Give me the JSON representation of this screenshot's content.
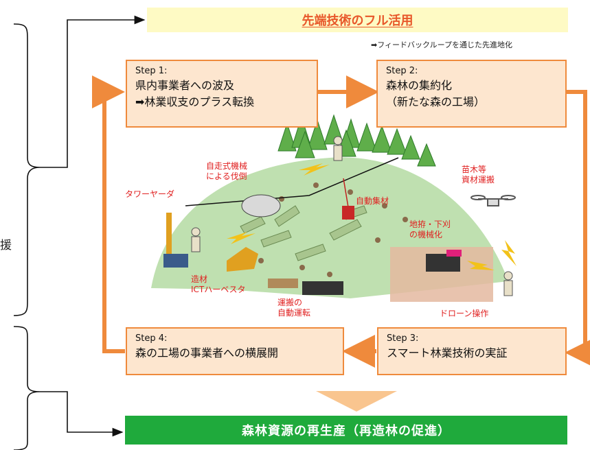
{
  "top_banner": {
    "label": "先端技術のフル活用"
  },
  "feedback_note": "➡フィードバックループを通じた先進地化",
  "side_char": "援",
  "steps": [
    {
      "num": "Step 1:",
      "line1": "県内事業者への波及",
      "line2": "➡林業収支のプラス転換"
    },
    {
      "num": "Step 2:",
      "line1": "森林の集約化",
      "line2": "（新たな森の工場）"
    },
    {
      "num": "Step 3:",
      "line1": "スマート林業技術の実証"
    },
    {
      "num": "Step 4:",
      "line1": "森の工場の事業者への横展開"
    }
  ],
  "labels": {
    "self_propelled_1": "自走式機械",
    "self_propelled_2": "による伐倒",
    "tower_yarder": "タワーヤーダ",
    "auto_yarding": "自動集材",
    "seedling_1": "苗木等",
    "seedling_2": "資材運搬",
    "site_prep_1": "地拵・下刈",
    "site_prep_2": "の機械化",
    "processing_1": "造材",
    "processing_2": "ICTハーベスタ",
    "transport_1": "運搬の",
    "transport_2": "自動運転",
    "drone": "ドローン操作"
  },
  "bottom_banner": {
    "label": "森林資源の再生産（再造林の促進）"
  },
  "colors": {
    "orange": "#ef8a3c",
    "step_fill": "#fde6cf",
    "banner_yellow": "#fefac4",
    "banner_green": "#1faa3c",
    "label_red": "#e02020",
    "forest_floor": "#bfe0b0"
  }
}
